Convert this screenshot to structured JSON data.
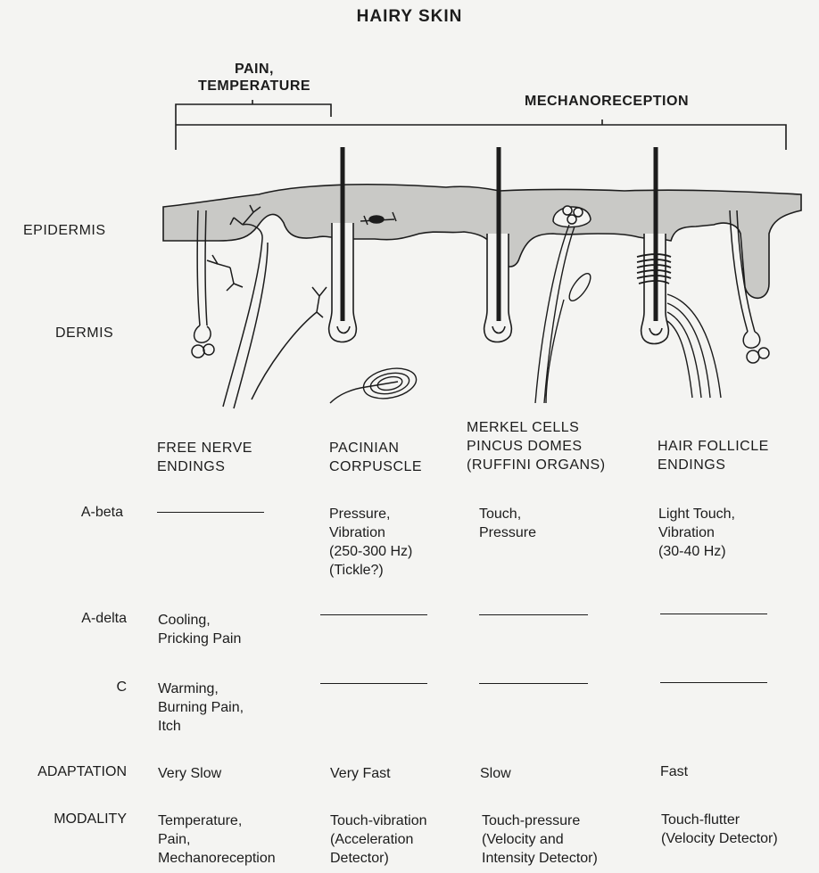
{
  "title": "HAIRY SKIN",
  "brackets": {
    "pain_temperature": "PAIN,\nTEMPERATURE",
    "mechanoreception": "MECHANORECEPTION"
  },
  "layers": {
    "epidermis": "EPIDERMIS",
    "dermis": "DERMIS"
  },
  "columns": [
    {
      "heading": "FREE NERVE\nENDINGS"
    },
    {
      "heading": "PACINIAN\nCORPUSCLE"
    },
    {
      "heading": "MERKEL CELLS\nPINCUS DOMES\n(RUFFINI ORGANS)"
    },
    {
      "heading": "HAIR FOLLICLE\nENDINGS"
    }
  ],
  "rows": [
    {
      "label": "A-beta",
      "cells": [
        "",
        "Pressure,\nVibration\n(250-300 Hz)\n(Tickle?)",
        "Touch,\nPressure",
        "Light Touch,\nVibration\n(30-40 Hz)"
      ],
      "dash": [
        true,
        false,
        false,
        false
      ]
    },
    {
      "label": "A-delta",
      "cells": [
        "Cooling,\nPricking Pain",
        "",
        "",
        ""
      ],
      "dash": [
        false,
        true,
        true,
        true
      ]
    },
    {
      "label": "C",
      "cells": [
        "Warming,\nBurning Pain,\nItch",
        "",
        "",
        ""
      ],
      "dash": [
        false,
        true,
        true,
        true
      ]
    },
    {
      "label": "ADAPTATION",
      "cells": [
        "Very Slow",
        "Very Fast",
        "Slow",
        "Fast"
      ],
      "dash": [
        false,
        false,
        false,
        false
      ]
    },
    {
      "label": "MODALITY",
      "cells": [
        "Temperature,\nPain,\nMechanoreception",
        "Touch-vibration\n(Acceleration\nDetector)",
        "Touch-pressure\n(Velocity and\nIntensity Detector)",
        "Touch-flutter\n(Velocity Detector)"
      ],
      "dash": [
        false,
        false,
        false,
        false
      ]
    }
  ],
  "colors": {
    "ink": "#1c1c1c",
    "epidermis_fill": "#c9c9c6",
    "paper": "#f4f4f2"
  }
}
